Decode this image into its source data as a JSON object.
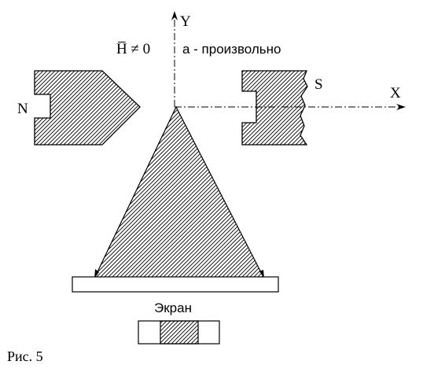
{
  "labels": {
    "axis_y": "Y",
    "axis_x": "X",
    "field_condition": "H̅ ≠ 0",
    "a_note": "a - произвольно",
    "pole_n": "N",
    "pole_s": "S",
    "screen": "Экран",
    "caption": "Рис. 5"
  }
}
